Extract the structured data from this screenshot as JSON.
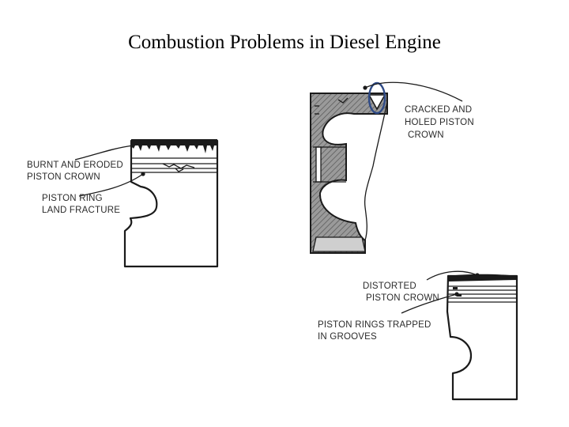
{
  "title": "Combustion Problems in Diesel Engine",
  "callouts": {
    "burnt": {
      "line1": "BURNT AND ERODED",
      "line2": "PISTON CROWN"
    },
    "land": {
      "line1": "PISTON RING",
      "line2": "LAND FRACTURE"
    },
    "cracked": {
      "line1": "CRACKED AND",
      "line2": "HOLED PISTON",
      "line3": "CROWN"
    },
    "distorted": {
      "line1": "DISTORTED",
      "line2": "PISTON CROWN"
    },
    "trapped": {
      "line1": "PISTON RINGS TRAPPED",
      "line2": "IN GROOVES"
    }
  },
  "colors": {
    "ink": "#1a1a1a",
    "section_fill": "#8c8c8c",
    "highlight_ring": "#2e4a86"
  }
}
